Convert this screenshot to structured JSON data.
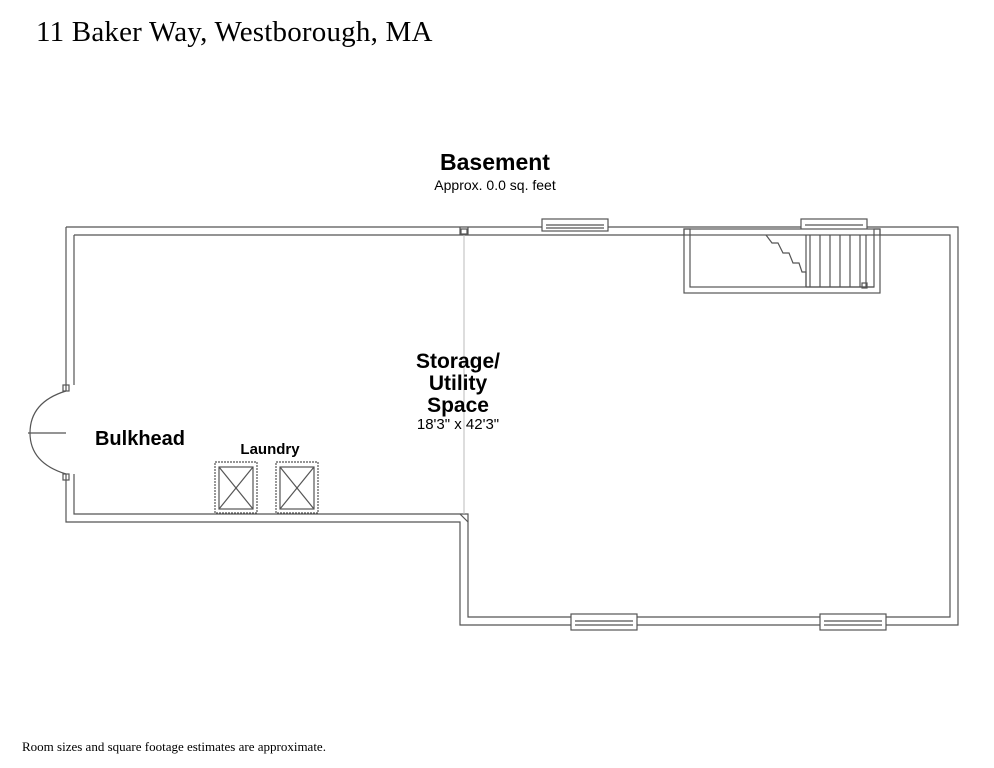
{
  "header": {
    "address": "11 Baker Way, Westborough, MA"
  },
  "floor": {
    "name": "Basement",
    "area": "Approx. 0.0 sq. feet"
  },
  "rooms": {
    "storage": {
      "name_lines": [
        "Storage/",
        "Utility",
        "Space"
      ],
      "dimensions": "18'3\" x 42'3\""
    },
    "bulkhead": {
      "name": "Bulkhead"
    }
  },
  "fixtures": {
    "laundry": "Laundry"
  },
  "footer": {
    "disclaimer": "Room sizes and square footage estimates are approximate."
  },
  "colors": {
    "wall_stroke": "#555555",
    "background": "#ffffff"
  }
}
